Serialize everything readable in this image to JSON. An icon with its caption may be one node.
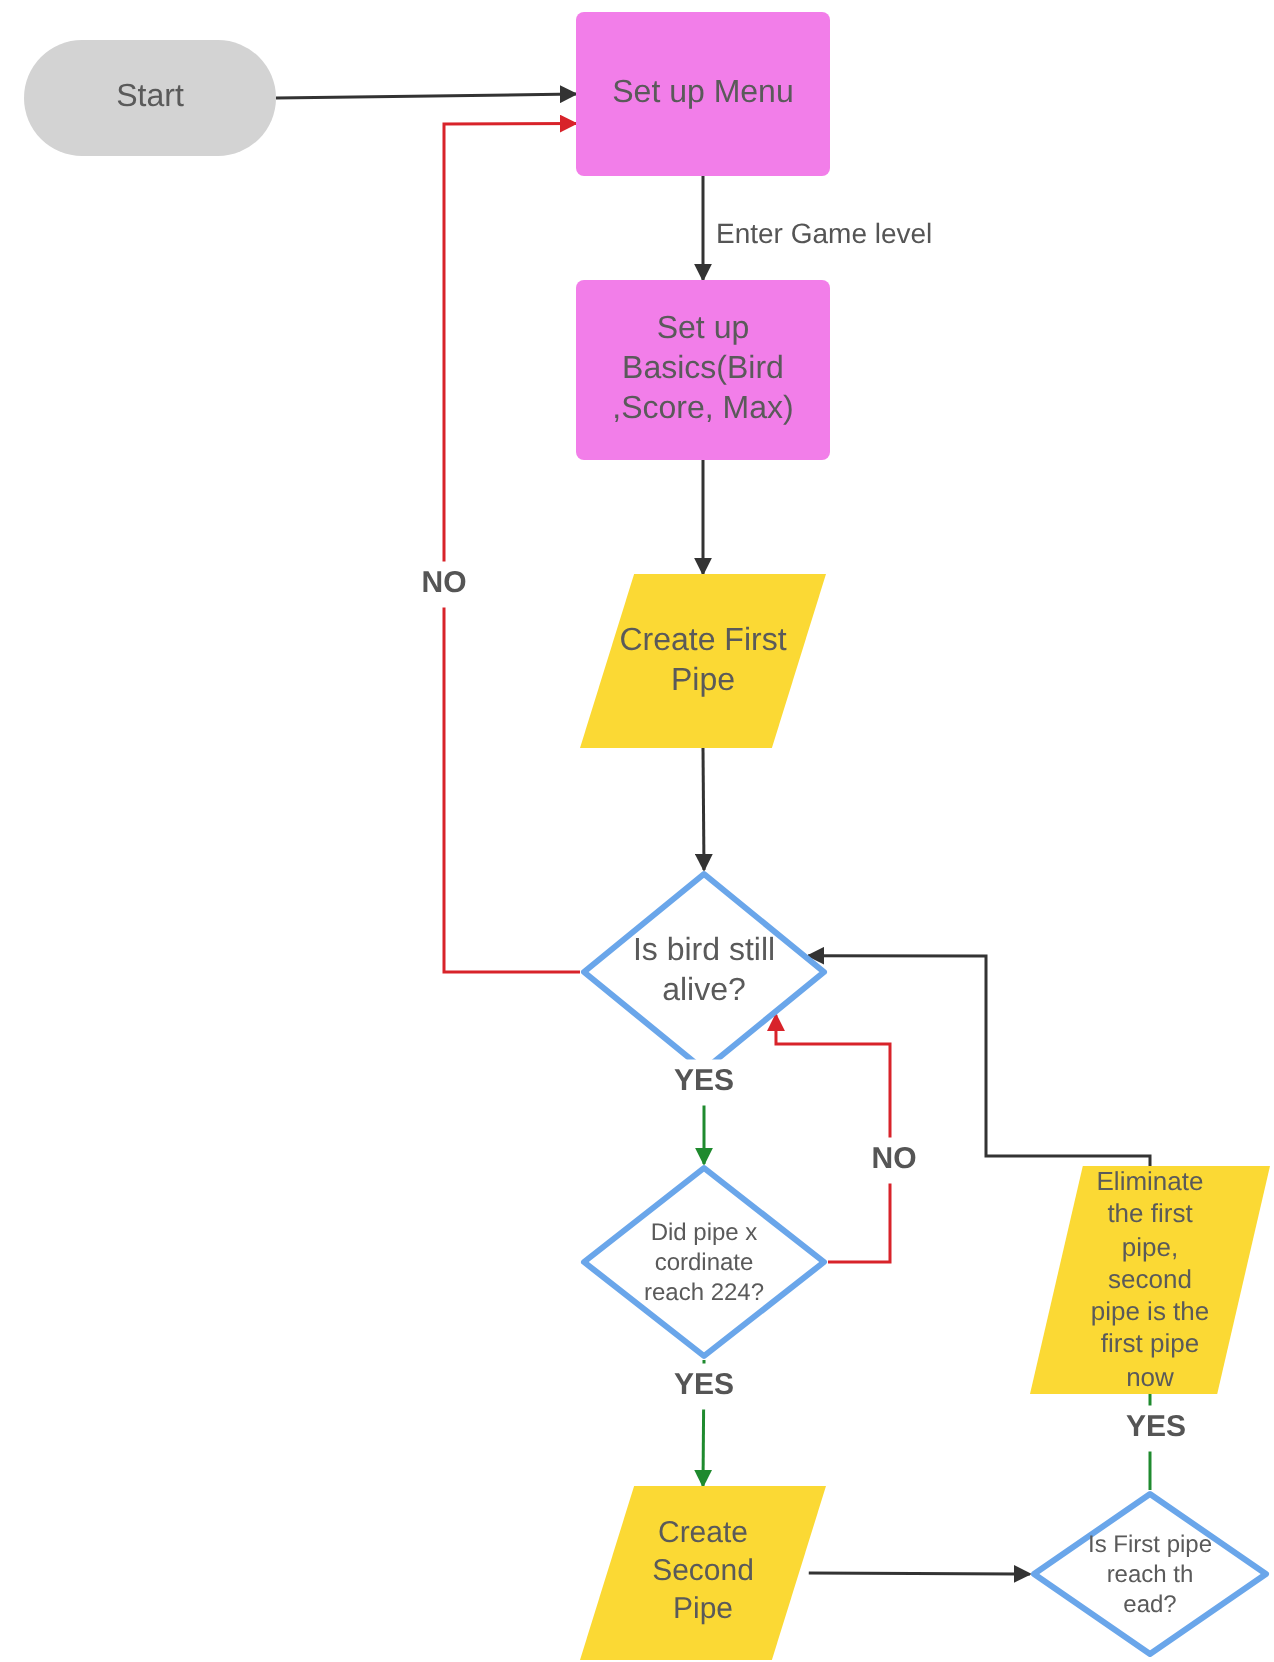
{
  "diagram": {
    "nodes": [
      {
        "text": [
          "Start"
        ]
      },
      {
        "text": [
          "Set up Menu"
        ]
      },
      {
        "text": [
          "Set up Basics(Bird ,Score, Max)"
        ]
      },
      {
        "text": [
          "Create First Pipe"
        ]
      },
      {
        "text": [
          "Is bird still alive?"
        ]
      },
      {
        "text": [
          "Did pipe x cordinate reach 224?"
        ]
      },
      {
        "text": [
          "Create Second Pipe"
        ]
      },
      {
        "text": [
          "Is First pipe reach th ead?"
        ]
      },
      {
        "text": [
          "Eliminate the first pipe, second pipe is the first pipe now"
        ]
      }
    ],
    "edges": [
      {
        "from": 0,
        "to": 1,
        "arrow": "to"
      },
      {
        "from": 1,
        "to": 2,
        "arrow": "to",
        "label": "Enter Game level"
      },
      {
        "from": 2,
        "to": 3,
        "arrow": "to"
      },
      {
        "from": 3,
        "to": 4,
        "arrow": "to"
      },
      {
        "from": 4,
        "to": 1,
        "arrow": "to",
        "label": "NO",
        "color": "#d8232a"
      },
      {
        "from": 4,
        "to": 5,
        "arrow": "to",
        "label": "YES",
        "color": "#1f8a2e"
      },
      {
        "from": 5,
        "to": 4,
        "arrow": "to",
        "label": "NO",
        "color": "#d8232a"
      },
      {
        "from": 5,
        "to": 6,
        "arrow": "to",
        "label": "YES",
        "color": "#1f8a2e"
      },
      {
        "from": 6,
        "to": 7,
        "arrow": "to"
      },
      {
        "from": 7,
        "to": 8,
        "arrow": "none",
        "label": "YES",
        "color": "#1f8a2e"
      },
      {
        "from": 8,
        "to": 4,
        "arrow": "to"
      }
    ]
  }
}
